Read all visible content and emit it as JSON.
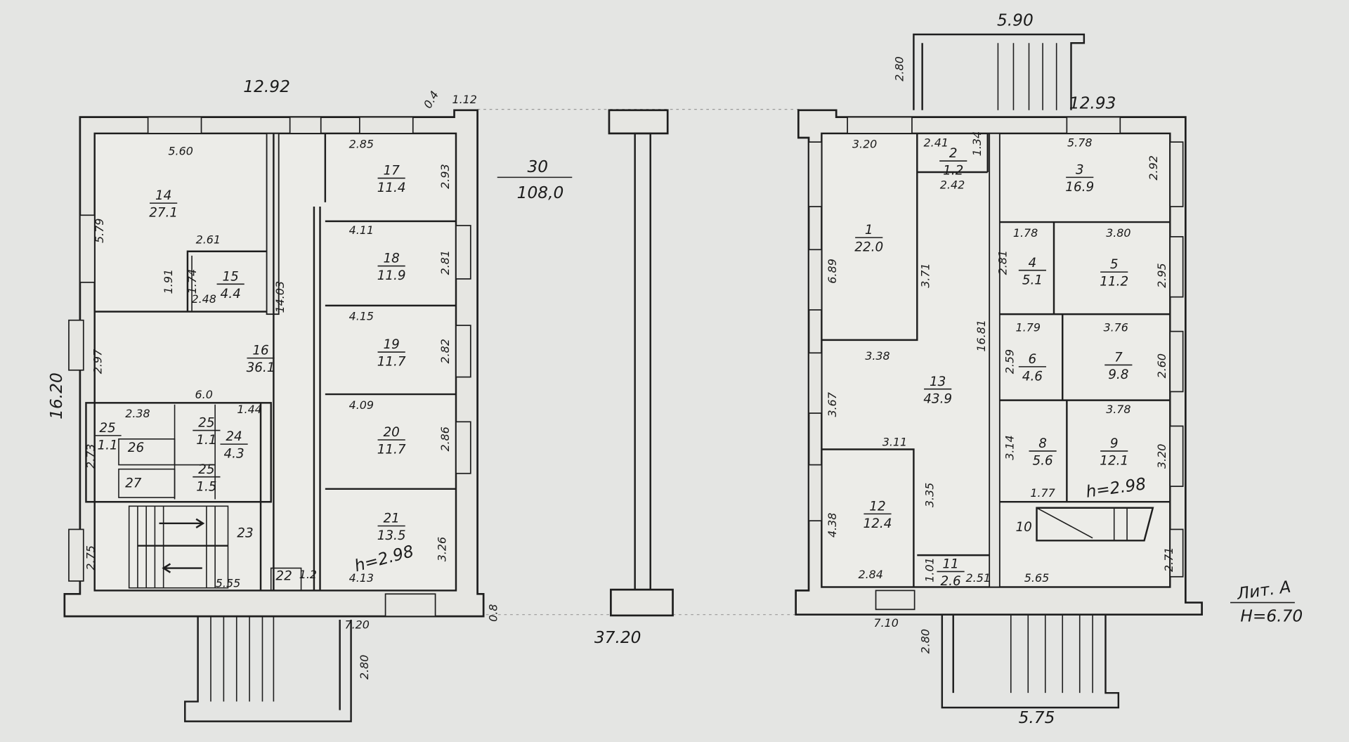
{
  "left_building": {
    "overall_width": "12.92",
    "overall_depth": "16.20",
    "rooms": [
      {
        "num": "14",
        "area": "27.1"
      },
      {
        "num": "15",
        "area": "4.4"
      },
      {
        "num": "16",
        "area": "36.1"
      },
      {
        "num": "17",
        "area": "11.4"
      },
      {
        "num": "18",
        "area": "11.9"
      },
      {
        "num": "19",
        "area": "11.7"
      },
      {
        "num": "20",
        "area": "11.7"
      },
      {
        "num": "21",
        "area": "13.5"
      },
      {
        "num": "24",
        "area": "4.3"
      },
      {
        "num": "25",
        "area": "1.1"
      },
      {
        "num": "25",
        "area": "1.1"
      },
      {
        "num": "25",
        "area": "1.5"
      },
      {
        "num": "23",
        "area": ""
      },
      {
        "num": "22",
        "area": ""
      },
      {
        "num": "26",
        "area": ""
      },
      {
        "num": "27",
        "area": ""
      }
    ],
    "dimensions": [
      "5.60",
      "5.79",
      "2.61",
      "2.48",
      "1.91",
      "1.74",
      "14.03",
      "2.85",
      "2.93",
      "4.11",
      "2.81",
      "4.15",
      "2.82",
      "4.09",
      "2.86",
      "4.13",
      "3.26",
      "2.97",
      "6.0",
      "2.38",
      "1.44",
      "2.73",
      "2.75",
      "5.55",
      "1.2",
      "1.12",
      "7.20",
      "2.80",
      "0.4",
      "0.8"
    ],
    "height_note": "h=2.98"
  },
  "middle": {
    "fraction_top": "30",
    "fraction_bottom": "108,0",
    "total_length": "37.20"
  },
  "right_building": {
    "overall_width": "12.93",
    "top_porch_width": "5.90",
    "bottom_porch_width": "5.75",
    "rooms": [
      {
        "num": "1",
        "area": "22.0"
      },
      {
        "num": "2",
        "area": "1.2"
      },
      {
        "num": "3",
        "area": "16.9"
      },
      {
        "num": "4",
        "area": "5.1"
      },
      {
        "num": "5",
        "area": "11.2"
      },
      {
        "num": "6",
        "area": "4.6"
      },
      {
        "num": "7",
        "area": "9.8"
      },
      {
        "num": "8",
        "area": "5.6"
      },
      {
        "num": "9",
        "area": "12.1"
      },
      {
        "num": "10",
        "area": ""
      },
      {
        "num": "11",
        "area": "2.6"
      },
      {
        "num": "12",
        "area": "12.4"
      },
      {
        "num": "13",
        "area": "43.9"
      }
    ],
    "dimensions": [
      "3.20",
      "2.41",
      "1.34",
      "2.42",
      "5.78",
      "2.92",
      "6.89",
      "3.71",
      "1.78",
      "3.80",
      "2.81",
      "2.95",
      "1.79",
      "3.76",
      "2.59",
      "2.60",
      "3.38",
      "16.81",
      "3.67",
      "3.11",
      "3.14",
      "3.78",
      "1.77",
      "3.20",
      "4.38",
      "3.35",
      "2.84",
      "1.01",
      "2.51",
      "5.65",
      "2.71",
      "7.10",
      "2.80",
      "2.80"
    ],
    "height_note": "h=2.98"
  },
  "legend": {
    "letter": "Лит. А",
    "height": "H=6.70"
  }
}
